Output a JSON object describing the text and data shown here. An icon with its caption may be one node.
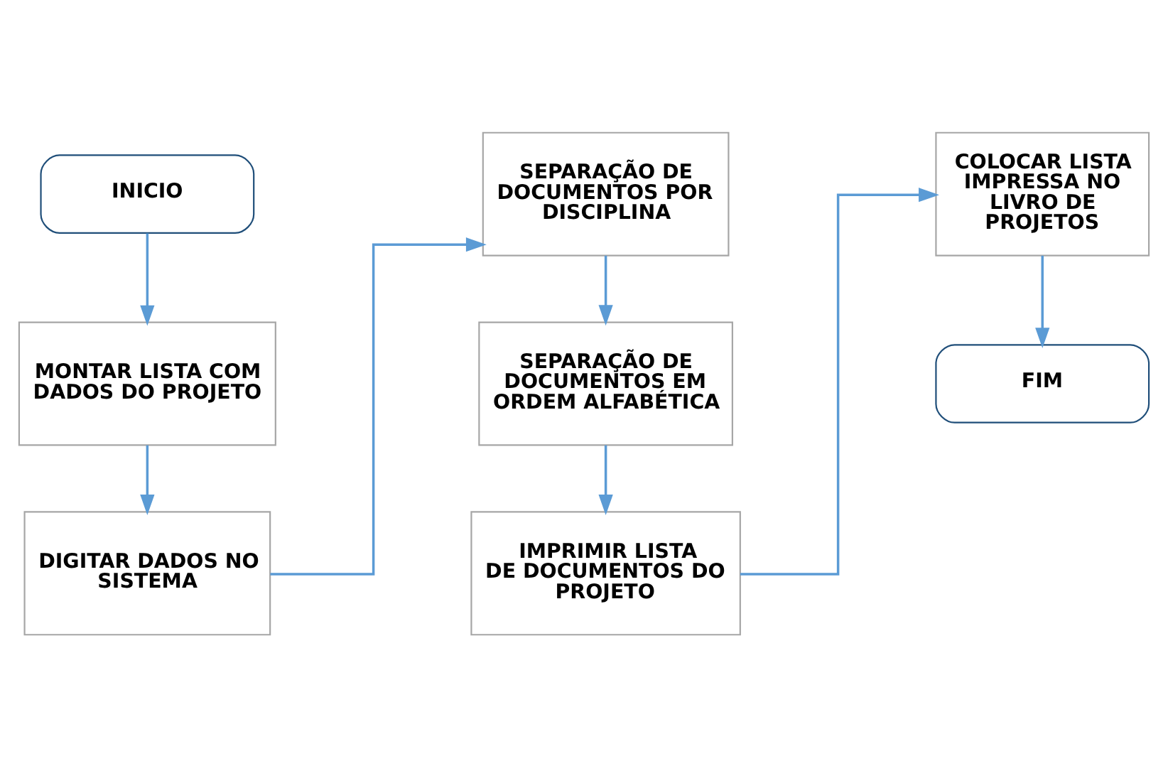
{
  "diagram": {
    "nodes": [
      {
        "text": [
          "INICIO"
        ]
      },
      {
        "text": [
          "MONTAR LISTA COM DADOS DO PROJETO"
        ]
      },
      {
        "text": [
          "DIGITAR DADOS NO SISTEMA"
        ]
      },
      {
        "text": [
          "SEPARAÇÃO DE DOCUMENTOS POR DISCIPLINA"
        ]
      },
      {
        "text": [
          "SEPARAÇÃO DE DOCUMENTOS EM ORDEM ALFABÉTICA"
        ]
      },
      {
        "text": [
          "IMPRIMIR LISTA DE DOCUMENTOS DO PROJETO"
        ]
      },
      {
        "text": [
          "COLOCAR LISTA IMPRESSA NO LIVRO DE PROJETOS"
        ]
      },
      {
        "text": [
          "FIM"
        ]
      }
    ],
    "edges": [
      {
        "from": 0,
        "to": 1,
        "arrow": "to"
      },
      {
        "from": 1,
        "to": 2,
        "arrow": "to"
      },
      {
        "from": 2,
        "to": 3,
        "arrow": "to"
      },
      {
        "from": 3,
        "to": 4,
        "arrow": "to"
      },
      {
        "from": 4,
        "to": 5,
        "arrow": "to"
      },
      {
        "from": 5,
        "to": 6,
        "arrow": "to"
      },
      {
        "from": 6,
        "to": 7,
        "arrow": "to"
      }
    ]
  }
}
